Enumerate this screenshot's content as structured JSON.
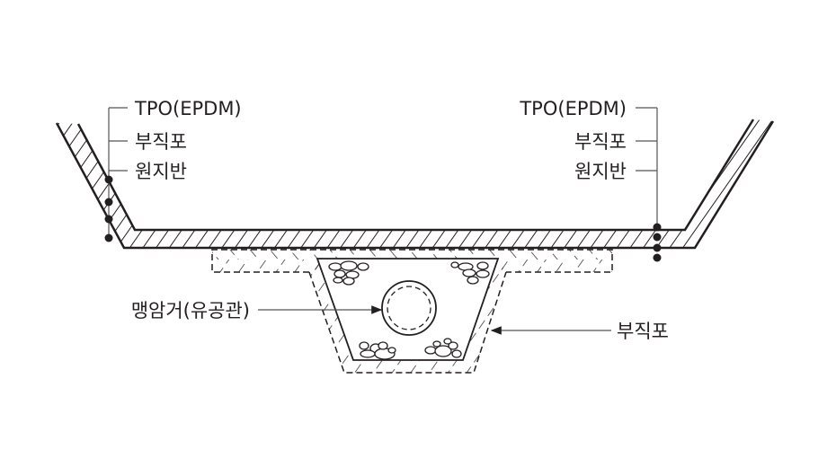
{
  "left_labels": [
    "TPO(EPDM)",
    "부직포",
    "원지반"
  ],
  "right_labels": [
    "TPO(EPDM)",
    "부직포",
    "원지반"
  ],
  "pipe_label": "맹암거(유공관)",
  "fabric_label": "부직포",
  "colors": {
    "ink": "#231f20",
    "leader": "#555555"
  }
}
